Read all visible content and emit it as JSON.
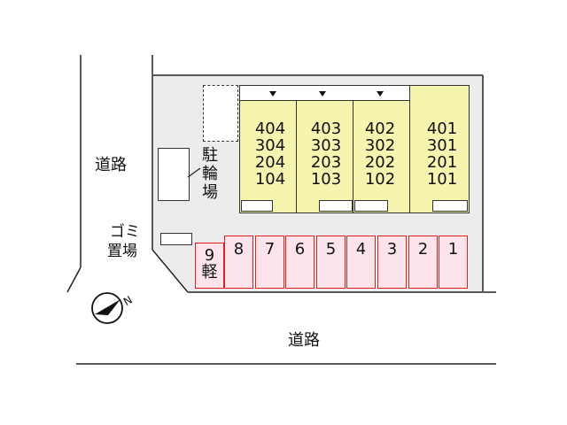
{
  "roads": {
    "left_label": "道路",
    "bottom_label": "道路"
  },
  "buildings": [
    {
      "units": [
        "404",
        "304",
        "204",
        "104"
      ]
    },
    {
      "units": [
        "403",
        "303",
        "203",
        "103"
      ]
    },
    {
      "units": [
        "402",
        "302",
        "202",
        "102"
      ]
    },
    {
      "units": [
        "401",
        "301",
        "201",
        "101"
      ]
    }
  ],
  "bicycle_parking": {
    "label": "駐輪場"
  },
  "garbage": {
    "label_top": "ゴミ",
    "label_bottom": "置場"
  },
  "parking_spaces": [
    {
      "number": "9",
      "note": "軽"
    },
    {
      "number": "8"
    },
    {
      "number": "7"
    },
    {
      "number": "6"
    },
    {
      "number": "5"
    },
    {
      "number": "4"
    },
    {
      "number": "3"
    },
    {
      "number": "2"
    },
    {
      "number": "1"
    }
  ],
  "compass": {
    "north_label": "N",
    "icon": "north-arrow-icon"
  },
  "colors": {
    "building": "#f5f5b0",
    "parking_fill": "#fce4ea",
    "parking_border": "#dd2222",
    "lot": "#ececec"
  }
}
